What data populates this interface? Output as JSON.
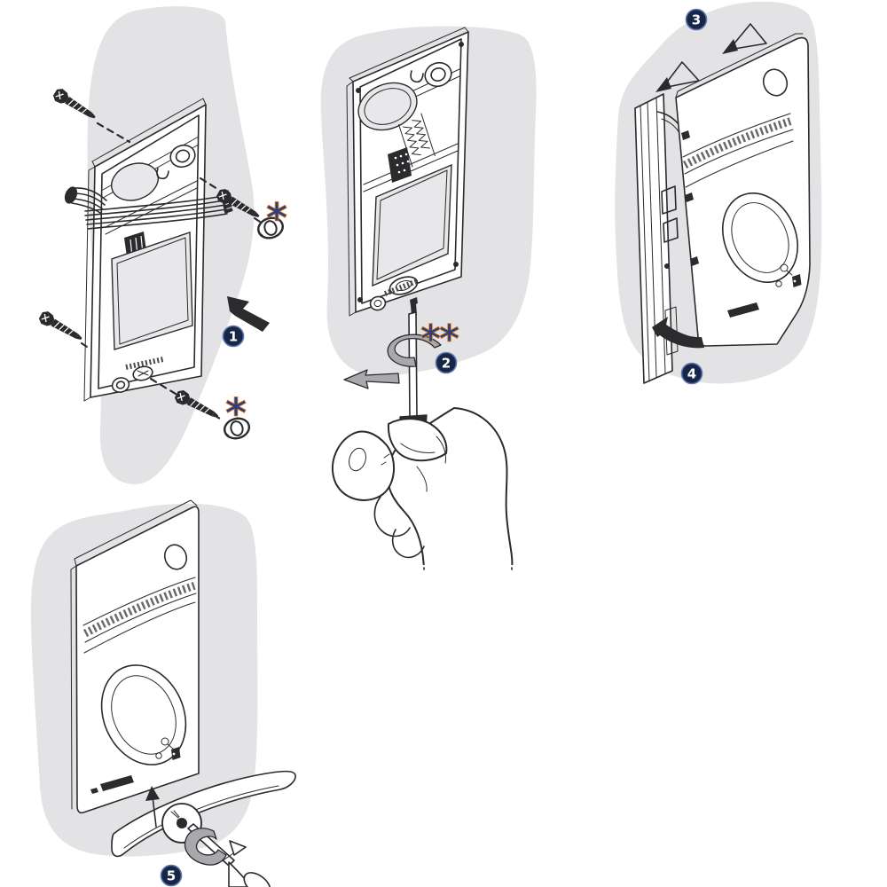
{
  "steps": [
    {
      "number": "1"
    },
    {
      "number": "2"
    },
    {
      "number": "3"
    },
    {
      "number": "4"
    },
    {
      "number": "5"
    }
  ],
  "annotations": {
    "cap_note_top": "*",
    "cap_note_bottom": "*",
    "screwdriver_note": "**"
  },
  "colors": {
    "background": "#ffffff",
    "wall_shade": "#e3e3e5",
    "line_art": "#2b2b2e",
    "shade_gray": "#e8e8ea",
    "metal_gray": "#c6c6c9",
    "arrow_gray": "#a8a8ad",
    "badge_fill": "#162647",
    "badge_ring": "#5d77ab",
    "badge_text": "#ffffff",
    "annotation_blue": "#2e3f7d",
    "annotation_orange": "#e8821e"
  }
}
